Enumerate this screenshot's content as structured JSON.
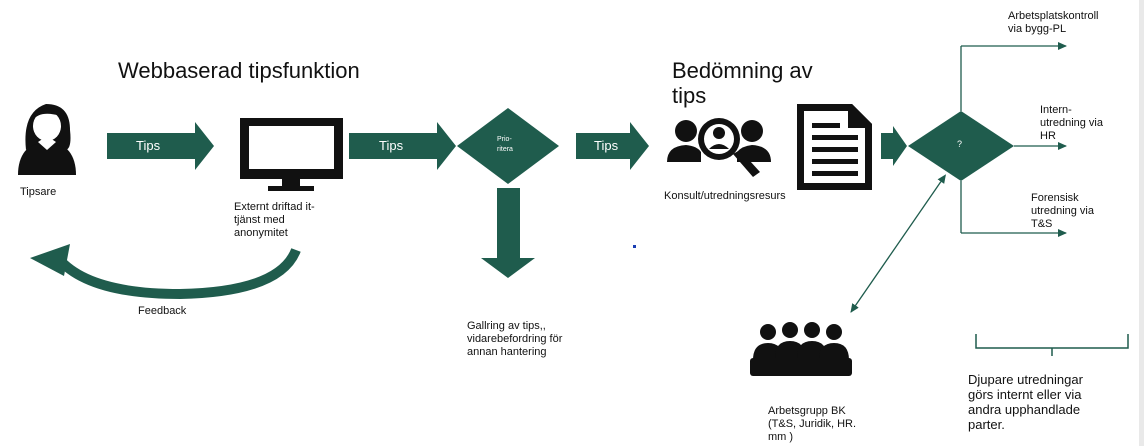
{
  "colors": {
    "teal": "#1f5c4d",
    "black": "#111111",
    "background": "#ffffff"
  },
  "headings": {
    "web": "Webbaserad tipsfunktion",
    "assessment_line1": "Bedömning av",
    "assessment_line2": "tips"
  },
  "tipster": {
    "icon": "person-icon",
    "label": "Tipsare"
  },
  "arrows": {
    "tips1": "Tips",
    "tips2": "Tips",
    "tips3": "Tips"
  },
  "computer": {
    "icon": "monitor-icon",
    "line1": "Externt driftad it-",
    "line2": "tjänst med",
    "line3": "anonymitet"
  },
  "feedback": {
    "label": "Feedback"
  },
  "prioritize": {
    "line1": "Prio-",
    "line2": "ritera"
  },
  "sorting": {
    "line1": "Gallring av tips,,",
    "line2": "vidarebefordring för",
    "line3": "annan hantering"
  },
  "consultant": {
    "icon": "investigation-team-icon",
    "label": "Konsult/utredningsresurs"
  },
  "document": {
    "icon": "document-icon"
  },
  "decision": {
    "label": "?"
  },
  "outcomes": {
    "workplace": {
      "line1": "Arbetsplatskontroll",
      "line2": "via bygg-PL"
    },
    "hr": {
      "line1": "Intern-",
      "line2": "utredning via",
      "line3": "HR"
    },
    "forensic": {
      "line1": "Forensisk",
      "line2": "utredning via",
      "line3": "T&S"
    }
  },
  "working_group": {
    "icon": "group-icon",
    "line1": "Arbetsgrupp BK",
    "line2": "(T&S, Juridik, HR.",
    "line3": "mm )"
  },
  "deeper": {
    "line1": "Djupare utredningar",
    "line2": "görs internt eller via",
    "line3": "andra upphandlade",
    "line4": "parter."
  }
}
